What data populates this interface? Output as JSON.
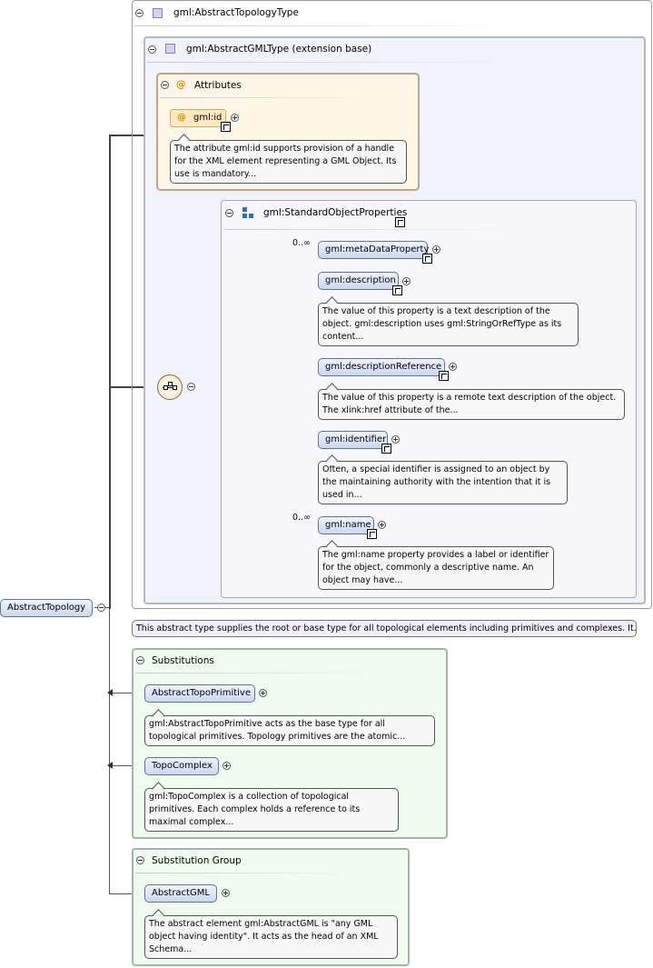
{
  "root": {
    "label": "AbstractTopology"
  },
  "type_panel": {
    "title": "gml:AbstractTopologyType"
  },
  "base_panel": {
    "title": "gml:AbstractGMLType (extension base)"
  },
  "attributes": {
    "title": "Attributes",
    "id_label": "gml:id",
    "id_doc": [
      "The attribute gml:id supports provision of a handle",
      "for the XML element representing a GML Object. Its",
      "use is mandatory..."
    ]
  },
  "group": {
    "title": "gml:StandardObjectProperties"
  },
  "elements": [
    {
      "label": "gml:metaDataProperty",
      "occurs": "0..∞",
      "doc": []
    },
    {
      "label": "gml:description",
      "occurs": "",
      "doc": [
        "The value of this property is a text description of the",
        "object. gml:description uses gml:StringOrRefType as its",
        "content..."
      ]
    },
    {
      "label": "gml:descriptionReference",
      "occurs": "",
      "doc": [
        "The value of this property is a remote text description of the object.",
        "The xlink:href attribute of the..."
      ]
    },
    {
      "label": "gml:identifier",
      "occurs": "",
      "doc": [
        "Often, a special identifier is assigned to an object by",
        "the maintaining authority with the intention that it is",
        "used in..."
      ]
    },
    {
      "label": "gml:name",
      "occurs": "0..∞",
      "doc": [
        "The gml:name property provides a label or identifier",
        "for the object, commonly a descriptive name. An",
        "object may have..."
      ]
    }
  ],
  "type_doc": "This abstract type supplies the root or base type for all topological elements including primitives and complexes. It...",
  "substitutions": {
    "title": "Substitutions",
    "items": [
      {
        "label": "AbstractTopoPrimitive",
        "doc": [
          "gml:AbstractTopoPrimitive acts as the base type for all",
          "topological primitives. Topology primitives are the atomic..."
        ]
      },
      {
        "label": "TopoComplex",
        "doc": [
          "gml:TopoComplex is a collection of topological",
          "primitives. Each complex holds a reference to its",
          "maximal complex..."
        ]
      }
    ]
  },
  "substitution_group": {
    "title": "Substitution Group",
    "item": {
      "label": "AbstractGML",
      "doc": [
        "The abstract element gml:AbstractGML is \"any GML",
        "object having identity\". It acts as the head of an XML",
        "Schema..."
      ]
    }
  }
}
